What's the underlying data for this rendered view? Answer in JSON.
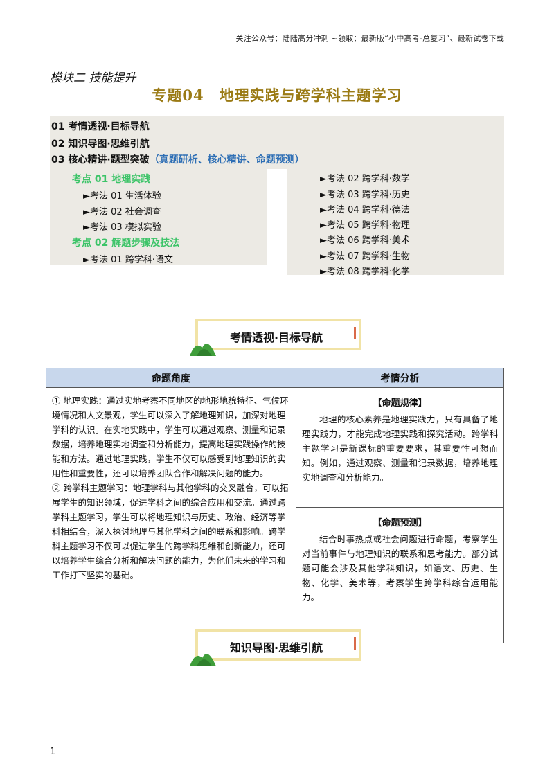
{
  "header_note": "关注公众号：陆陆高分冲刺 ~领取：最新版“小中高考-总复习”、最新试卷下载",
  "module_label": "模块二 技能提升",
  "title": "专题04　地理实践与跨学科主题学习",
  "toc": {
    "line1": "01 考情透视·目标导航",
    "line2": "02 知识导图·思维引航",
    "line3_main": "03 核心精讲·题型突破",
    "line3_sub": "（真题研析、核心精讲、命题预测）",
    "kp1": "考点 01  地理实践",
    "kp1_items": [
      "►考法 01  生活体验",
      "►考法 02  社会调查",
      "►考法 03  模拟实验"
    ],
    "kp2": "考点 02  解题步骤及技法",
    "kp2_items": [
      "►考法 01  跨学科·语文"
    ],
    "right_items": [
      "►考法 02  跨学科·数学",
      "►考法 03  跨学科·历史",
      "►考法 04  跨学科·德法",
      "►考法 05  跨学科·物理",
      "►考法 06  跨学科·美术",
      "►考法 07  跨学科·生物",
      "►考法 08  跨学科·化学"
    ]
  },
  "banner1": "考情透视·目标导航",
  "banner2": "知识导图·思维引航",
  "table": {
    "col1": "命题角度",
    "col2": "考情分析",
    "left_p1": "① 地理实践：通过实地考察不同地区的地形地貌特征、气候环境情况和人文景观，学生可以深入了解地理知识，加深对地理学科的认识。在实地实践中，学生可以通过观察、测量和记录数据，培养地理实地调查和分析能力，提高地理实践操作的技能和方法。通过地理实践，学生不仅可以感受到地理知识的实用性和重要性，还可以培养团队合作和解决问题的能力。",
    "left_p2": "② 跨学科主题学习：地理学科与其他学科的交叉融合，可以拓展学生的知识领域，促进学科之间的综合应用和交流。通过跨学科主题学习，学生可以将地理知识与历史、政治、经济等学科相结合，深入探讨地理与其他学科之间的联系和影响。跨学科主题学习不仅可以促进学生的跨学科思维和创新能力，还可以培养学生综合分析和解决问题的能力，为他们未来的学习和工作打下坚实的基础。",
    "rule_head": "【命题规律】",
    "rule_text": "地理的核心素养是地理实践力，只有具备了地理实践力，才能完成地理实践和探究活动。跨学科主题学习是新课标的重要要求，其重要性可想而知。例如，通过观察、测量和记录数据，培养地理实地调查和分析能力。",
    "pred_head": "【命题预测】",
    "pred_text": "结合时事热点或社会问题进行命题，考察学生对当前事件与地理知识的联系和思考能力。部分试题可能会涉及其他学科知识，如语文、历史、生物、化学、美术等，考察学生跨学科综合运用能力。"
  },
  "page_number": "1",
  "colors": {
    "title": "#9a7a14",
    "kp_green": "#3cc468",
    "blue": "#2e6fb5",
    "table_head": "#c8d7ec",
    "banner_border": "#f1e3a6"
  }
}
